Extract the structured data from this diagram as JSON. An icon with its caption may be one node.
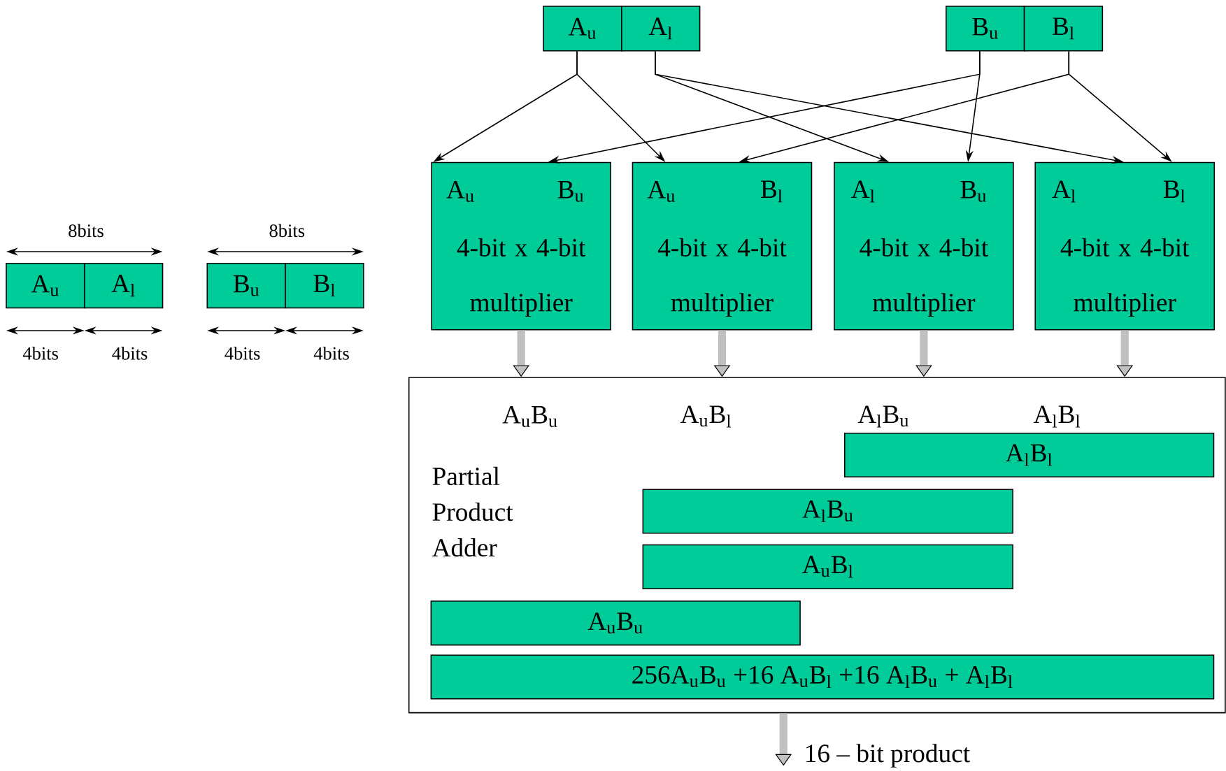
{
  "diagram": {
    "nodes": [
      {
        "text": [
          "A$_{u}$"
        ]
      },
      {
        "text": [
          "A$_{l}$"
        ]
      },
      {
        "text": [
          "B$_{u}$"
        ]
      },
      {
        "text": [
          "B$_{l}$"
        ]
      },
      {
        "text": [
          "A$_{u}$",
          "B$_{u}$",
          "4-bit x 4-bit multiplier"
        ]
      },
      {
        "text": [
          "A$_{u}$",
          "B$_{l}$",
          "4-bit x 4-bit multiplier"
        ]
      },
      {
        "text": [
          "A$_{l}$",
          "B$_{u}$",
          "4-bit x 4-bit multiplier"
        ]
      },
      {
        "text": [
          "A$_{l}$",
          "B$_{l}$",
          "4-bit x 4-bit multiplier"
        ]
      },
      {
        "text": [
          "A$_{u}$B$_{u}$",
          "A$_{u}$B$_{l}$",
          "A$_{l}$B$_{u}$",
          "A$_{l}$B$_{l}$",
          "Partial Product Adder"
        ]
      },
      {
        "text": [
          "A$_{l}$B$_{l}$"
        ],
        "in": 8
      },
      {
        "text": [
          "A$_{l}$B$_{u}$"
        ],
        "in": 8
      },
      {
        "text": [
          "A$_{u}$B$_{l}$"
        ],
        "in": 8
      },
      {
        "text": [
          "A$_{u}$B$_{u}$"
        ],
        "in": 8
      },
      {
        "text": [
          "256A$_{u}$B$_{u}$ +16 A$_{u}$B$_{l}$ +16 A$_{l}$B$_{u}$ + A$_{l}$B$_{l}$"
        ],
        "in": 8
      },
      {
        "text": [
          "16 – bit product"
        ]
      },
      {
        "text": [
          "A$_{u}$"
        ]
      },
      {
        "text": [
          "A$_{l}$"
        ]
      },
      {
        "text": [
          "B$_{u}$"
        ]
      },
      {
        "text": [
          "B$_{l}$"
        ]
      }
    ],
    "edges": [
      {
        "from": 0,
        "to": 4,
        "arrow": "to"
      },
      {
        "from": 0,
        "to": 5,
        "arrow": "to"
      },
      {
        "from": 1,
        "to": 6,
        "arrow": "to"
      },
      {
        "from": 1,
        "to": 7,
        "arrow": "to"
      },
      {
        "from": 2,
        "to": 4,
        "arrow": "to"
      },
      {
        "from": 2,
        "to": 6,
        "arrow": "to"
      },
      {
        "from": 3,
        "to": 5,
        "arrow": "to"
      },
      {
        "from": 3,
        "to": 7,
        "arrow": "to"
      },
      {
        "from": 4,
        "to": 8,
        "arrow": "to",
        "style": "thick",
        "color": "#c0c0c0"
      },
      {
        "from": 5,
        "to": 8,
        "arrow": "to",
        "style": "thick",
        "color": "#c0c0c0"
      },
      {
        "from": 6,
        "to": 8,
        "arrow": "to",
        "style": "thick",
        "color": "#c0c0c0"
      },
      {
        "from": 7,
        "to": 8,
        "arrow": "to",
        "style": "thick",
        "color": "#c0c0c0"
      },
      {
        "from": 8,
        "to": 14,
        "arrow": "to",
        "style": "thick",
        "color": "#c0c0c0"
      }
    ],
    "labels": [
      "8bits",
      "8bits",
      "4bits",
      "4bits",
      "4bits",
      "4bits"
    ]
  }
}
